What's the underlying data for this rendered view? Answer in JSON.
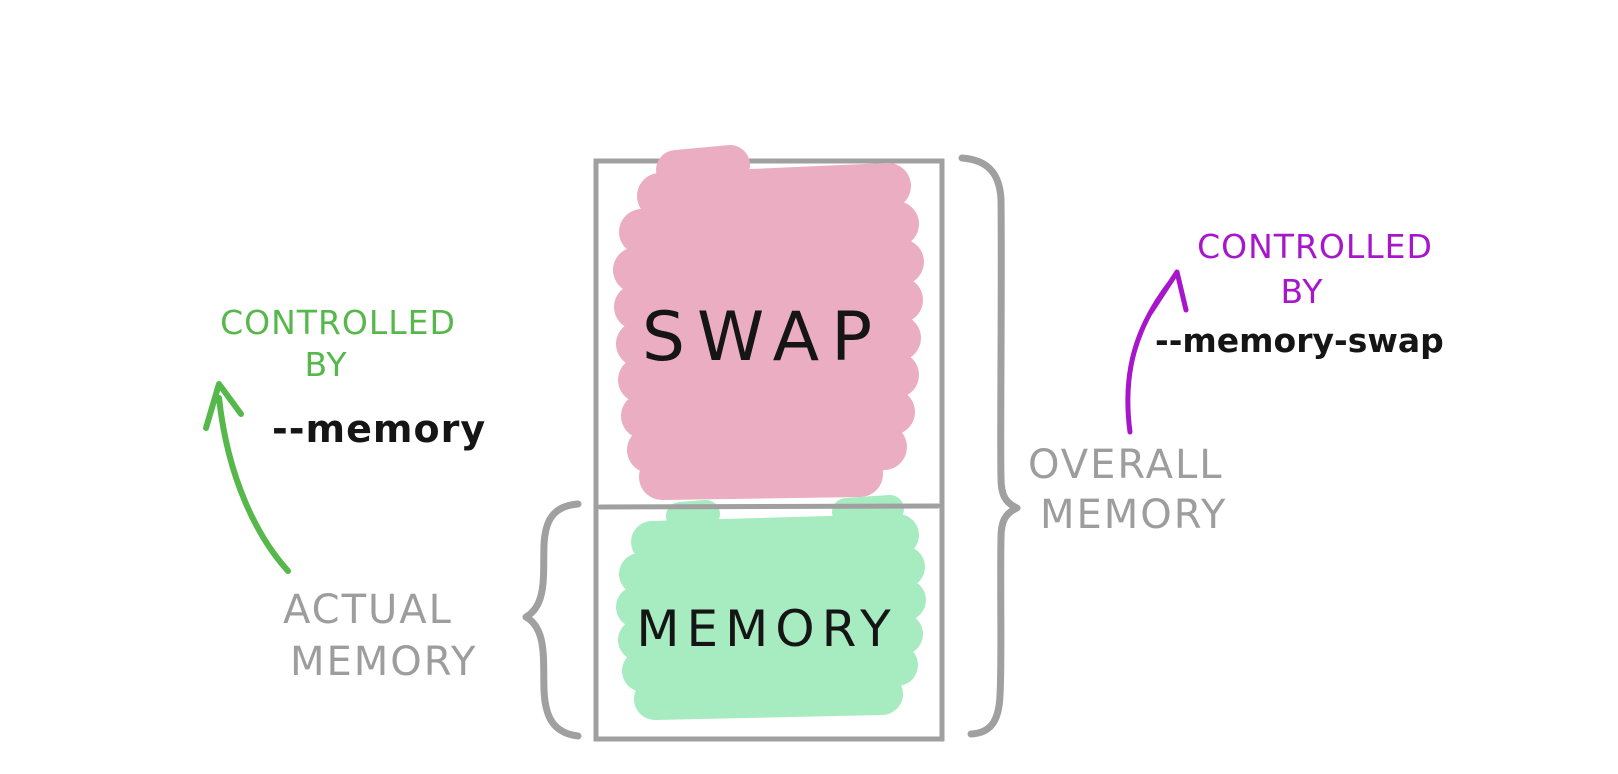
{
  "colors": {
    "background": "#ffffff",
    "box_outline": "#a0a0a0",
    "swap_fill": "#ebadc1",
    "memory_fill": "#a7ebc1",
    "gray_label": "#9d9d9d",
    "green": "#56b84a",
    "purple": "#a816cb",
    "ink": "#151515"
  },
  "box": {
    "swap_label": "SWAP",
    "memory_label": "MEMORY"
  },
  "left_annotation": {
    "controlled_by_line1": "CONTROLLED",
    "controlled_by_line2": "BY",
    "flag": "--memory",
    "brace_label_line1": "ACTUAL",
    "brace_label_line2": "MEMORY"
  },
  "right_annotation": {
    "controlled_by_line1": "CONTROLLED",
    "controlled_by_line2": "BY",
    "flag": "--memory-swap",
    "brace_label_line1": "OVERALL",
    "brace_label_line2": "MEMORY"
  }
}
